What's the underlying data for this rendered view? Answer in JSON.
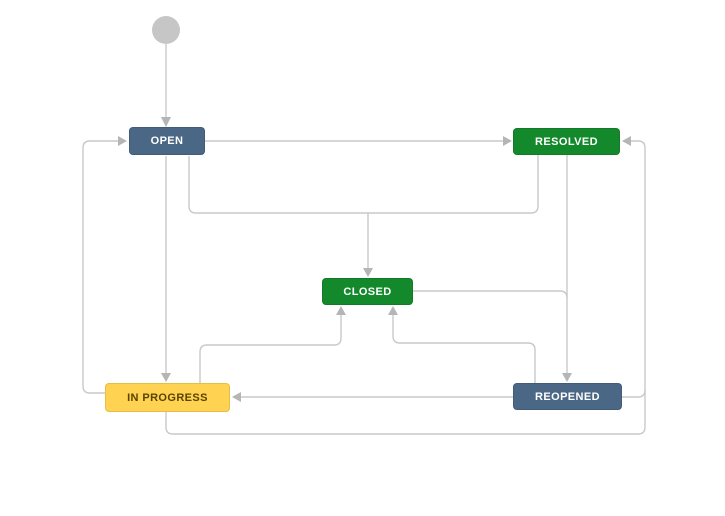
{
  "workflow": {
    "background": "#ffffff",
    "edge_color": "#c9c9c9",
    "arrow_color": "#b5b5b5",
    "nodes": [
      {
        "id": "start",
        "label": "",
        "type": "start-point",
        "color": "#c6c6c6",
        "text_color": ""
      },
      {
        "id": "open",
        "label": "OPEN",
        "type": "status",
        "color": "#4a6785",
        "text_color": "#ffffff"
      },
      {
        "id": "resolved",
        "label": "RESOLVED",
        "type": "status",
        "color": "#14892c",
        "text_color": "#ffffff"
      },
      {
        "id": "closed",
        "label": "CLOSED",
        "type": "status",
        "color": "#14892c",
        "text_color": "#ffffff"
      },
      {
        "id": "in_progress",
        "label": "IN PROGRESS",
        "type": "status",
        "color": "#ffd351",
        "text_color": "#594300"
      },
      {
        "id": "reopened",
        "label": "REOPENED",
        "type": "status",
        "color": "#4a6785",
        "text_color": "#ffffff"
      }
    ],
    "edges": [
      {
        "from": "start",
        "to": "open"
      },
      {
        "from": "open",
        "to": "resolved"
      },
      {
        "from": "open",
        "to": "in_progress"
      },
      {
        "from": "open",
        "to": "closed"
      },
      {
        "from": "resolved",
        "to": "closed"
      },
      {
        "from": "resolved",
        "to": "reopened"
      },
      {
        "from": "closed",
        "to": "reopened"
      },
      {
        "from": "reopened",
        "to": "closed"
      },
      {
        "from": "reopened",
        "to": "in_progress"
      },
      {
        "from": "reopened",
        "to": "resolved"
      },
      {
        "from": "in_progress",
        "to": "closed"
      },
      {
        "from": "in_progress",
        "to": "open"
      },
      {
        "from": "in_progress",
        "to": "resolved"
      }
    ]
  }
}
